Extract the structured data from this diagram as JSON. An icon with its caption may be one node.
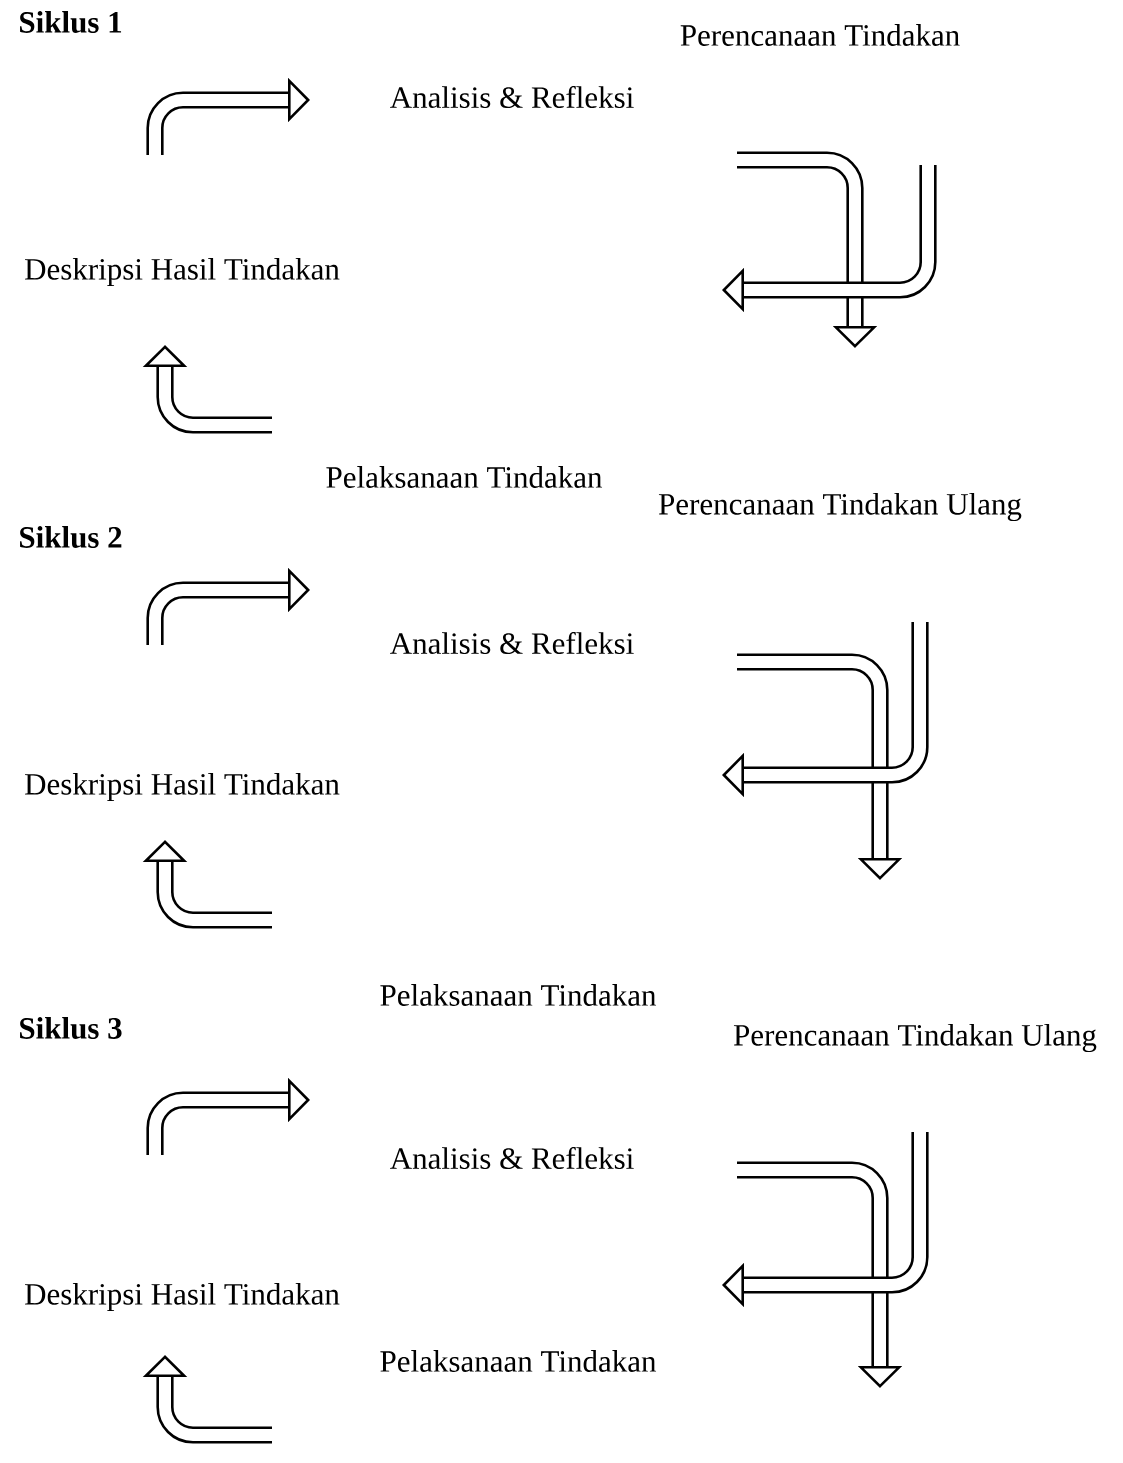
{
  "diagram": {
    "labels": [
      "Siklus 1",
      "Perencanaan Tindakan",
      "Analisis & Refleksi",
      "Deskripsi Hasil Tindakan",
      "Pelaksanaan Tindakan",
      "Perencanaan Tindakan Ulang",
      "Siklus 2",
      "Analisis & Refleksi",
      "Deskripsi Hasil Tindakan",
      "Pelaksanaan Tindakan",
      "Siklus 3",
      "Perencanaan Tindakan Ulang",
      "Analisis & Refleksi",
      "Deskripsi Hasil Tindakan",
      "Pelaksanaan Tindakan"
    ]
  }
}
